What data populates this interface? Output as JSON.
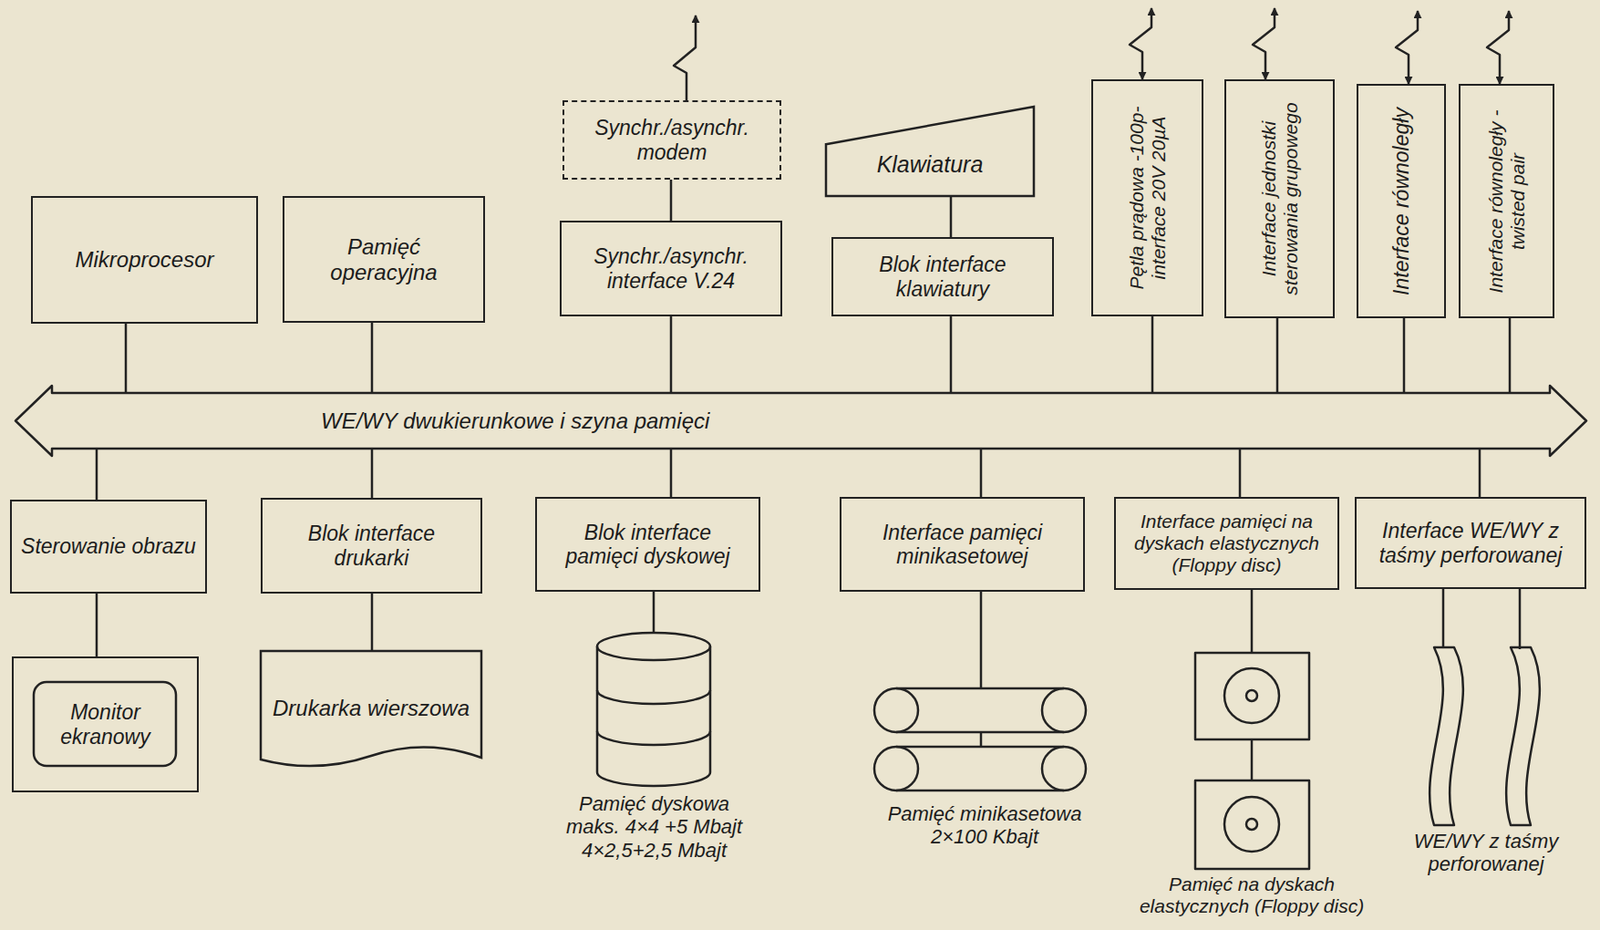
{
  "diagram": {
    "nodes": [
      {
        "text": [
          "Synchr./asynchr. modem"
        ]
      },
      {
        "text": [
          "Klawiatura"
        ]
      },
      {
        "text": [
          "Pętla prądowa -100p- interface 20V 20µA"
        ]
      },
      {
        "text": [
          "Interface jednostki sterowania grupowego"
        ]
      },
      {
        "text": [
          "Interface równoległy"
        ]
      },
      {
        "text": [
          "Interface równoległy -twisted pair"
        ]
      },
      {
        "text": [
          "Mikroprocesor"
        ]
      },
      {
        "text": [
          "Pamięć operacyjna"
        ]
      },
      {
        "text": [
          "Synchr./asynchr. interface V.24"
        ]
      },
      {
        "text": [
          "Blok interface klawiatury"
        ]
      },
      {
        "text": [
          "WE/WY dwukierunkowe i szyna pamięci"
        ]
      },
      {
        "text": [
          "Sterowanie obrazu"
        ]
      },
      {
        "text": [
          "Blok interface drukarki"
        ]
      },
      {
        "text": [
          "Blok interface pamięci dyskowej"
        ]
      },
      {
        "text": [
          "Interface pamięci minikasetowej"
        ]
      },
      {
        "text": [
          "Interface pamięci na dyskach elastycznych (Floppy disc)"
        ]
      },
      {
        "text": [
          "Interface WE/WY z taśmy perforowanej"
        ]
      },
      {
        "text": [
          "Monitor ekranowy"
        ]
      },
      {
        "text": [
          "Drukarka wierszowa"
        ]
      },
      {
        "text": [
          "Pamięć dyskowa maks. 4×4 +5 Mbajt 4×2,5+2,5 Mbajt"
        ]
      },
      {
        "text": [
          "Pamięć minikasetowa 2×100 Kbajt"
        ]
      },
      {
        "text": [
          "Pamięć na dyskach elastycznych (Floppy disc)"
        ]
      },
      {
        "text": [
          "WE/WY z taśmy perforowanej"
        ]
      }
    ],
    "edges": [
      {
        "from": 6,
        "to": 10,
        "arrow": "none"
      },
      {
        "from": 7,
        "to": 10,
        "arrow": "none"
      },
      {
        "from": 0,
        "to": 8,
        "arrow": "none"
      },
      {
        "from": 8,
        "to": 10,
        "arrow": "none"
      },
      {
        "from": 1,
        "to": 9,
        "arrow": "none"
      },
      {
        "from": 9,
        "to": 10,
        "arrow": "none"
      },
      {
        "from": 2,
        "to": 10,
        "arrow": "none"
      },
      {
        "from": 3,
        "to": 10,
        "arrow": "none"
      },
      {
        "from": 4,
        "to": 10,
        "arrow": "none"
      },
      {
        "from": 5,
        "to": 10,
        "arrow": "none"
      },
      {
        "from": 10,
        "to": 11,
        "arrow": "none"
      },
      {
        "from": 10,
        "to": 12,
        "arrow": "none"
      },
      {
        "from": 10,
        "to": 13,
        "arrow": "none"
      },
      {
        "from": 10,
        "to": 14,
        "arrow": "none"
      },
      {
        "from": 10,
        "to": 15,
        "arrow": "none"
      },
      {
        "from": 10,
        "to": 16,
        "arrow": "none"
      },
      {
        "from": 11,
        "to": 17,
        "arrow": "none"
      },
      {
        "from": 12,
        "to": 18,
        "arrow": "none"
      },
      {
        "from": 13,
        "to": 19,
        "arrow": "none"
      },
      {
        "from": 14,
        "to": 20,
        "arrow": "none"
      },
      {
        "from": 15,
        "to": 21,
        "arrow": "none"
      },
      {
        "from": 16,
        "to": 22,
        "arrow": "none"
      }
    ]
  }
}
